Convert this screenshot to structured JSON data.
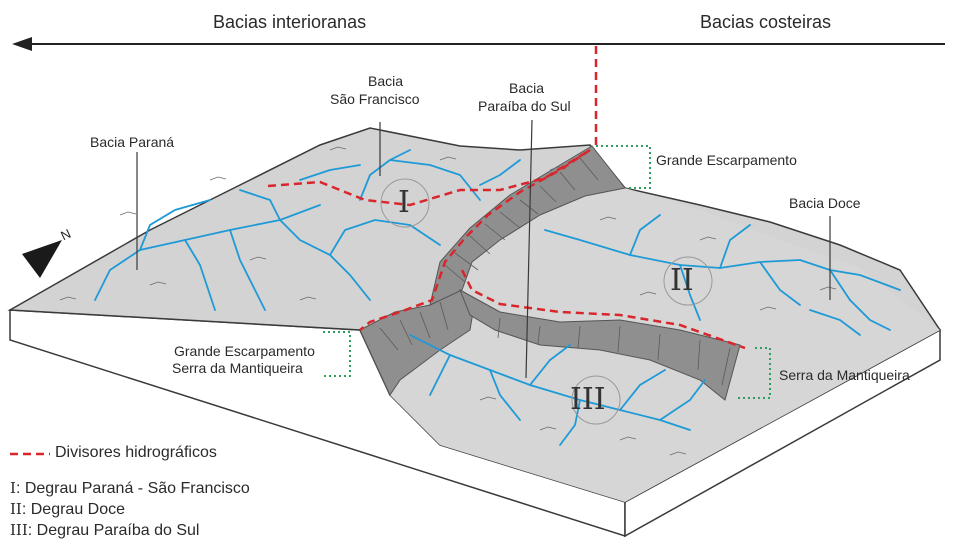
{
  "headers": {
    "left": "Bacias interioranas",
    "right": "Bacias costeiras"
  },
  "basins": {
    "sao_francisco_line1": "Bacia",
    "sao_francisco_line2": "São Francisco",
    "paraiba_line1": "Bacia",
    "paraiba_line2": "Paraíba do Sul",
    "parana": "Bacia Paraná",
    "doce": "Bacia Doce"
  },
  "features": {
    "grande_escarpamento": "Grande Escarpamento",
    "grande_escarpamento_line1": "Grande Escarpamento",
    "grande_escarpamento_line2": "Serra da Mantiqueira",
    "serra_mantiqueira": "Serra da Mantiqueira"
  },
  "roman_labels": {
    "one": "I",
    "two": "II",
    "three": "III"
  },
  "north_label": "N",
  "legend": {
    "divisores": "Divisores hidrográficos",
    "items": [
      {
        "numeral": "I",
        "text": ": Degrau Paraná - São Francisco"
      },
      {
        "numeral": "II",
        "text": ": Degrau Doce"
      },
      {
        "numeral": "III",
        "text": ": Degrau Paraíba do Sul"
      }
    ]
  },
  "colors": {
    "surface": "#d3d3d3",
    "block_side": "#ffffff",
    "escarpment": "#8f8f8f",
    "river": "#1e9ad6",
    "divide": "#d9262c",
    "bracket": "#2e9e5b",
    "outline": "#3a3a3a"
  }
}
